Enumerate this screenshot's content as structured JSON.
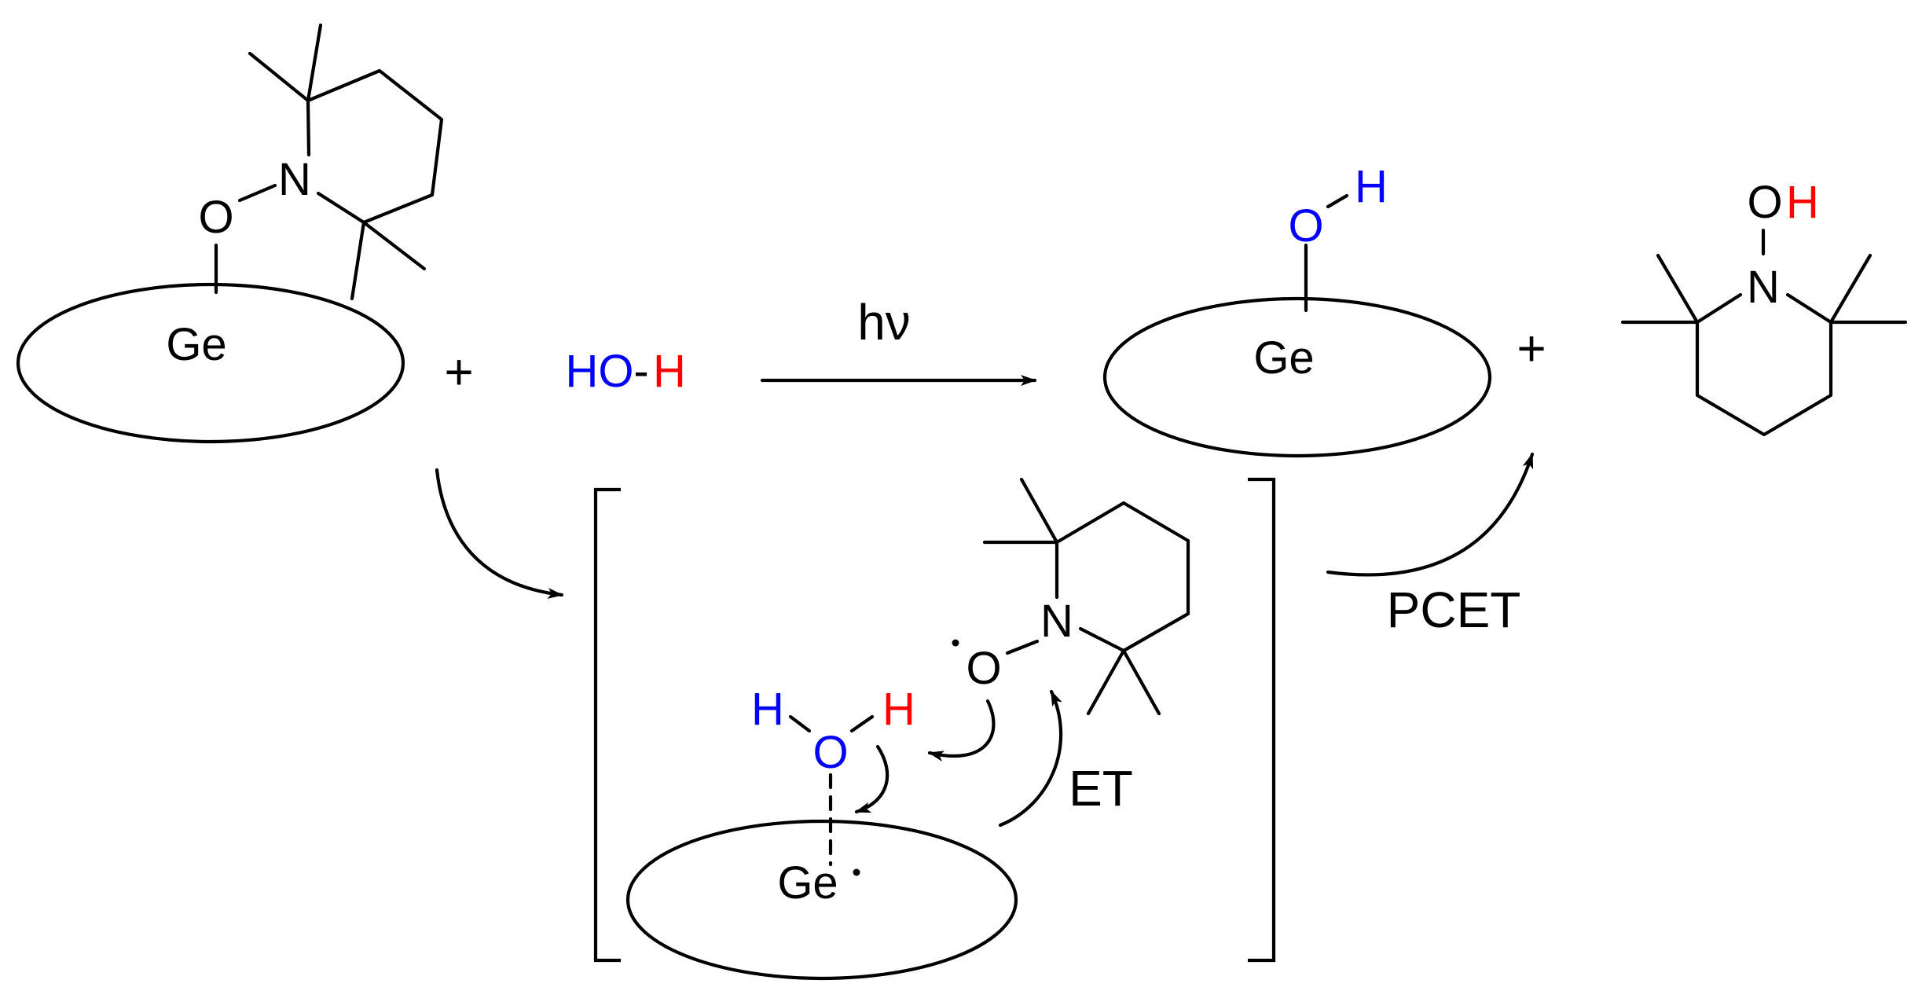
{
  "reactant": {
    "surface_atom": "Ge",
    "oxygen": "O",
    "nitrogen": "N"
  },
  "plus_1": "+",
  "water": {
    "ho": "HO",
    "dash": "-",
    "h": "H"
  },
  "main_arrow_label": "hν",
  "product_surface": {
    "surface_atom": "Ge",
    "oxygen": "O",
    "hydrogen": "H"
  },
  "plus_2": "+",
  "product_tempoh": {
    "oxygen": "O",
    "hydrogen": "H",
    "nitrogen": "N"
  },
  "intermediate": {
    "surface_atom": "Ge",
    "water_h_left": "H",
    "water_o": "O",
    "water_h_right": "H",
    "tempo_o": "O",
    "tempo_n": "N"
  },
  "et_label": "ET",
  "pcet_label": "PCET",
  "colors": {
    "oxygen_water": "#0000ff",
    "transferred_h": "#ff0000",
    "bond": "#000000"
  }
}
